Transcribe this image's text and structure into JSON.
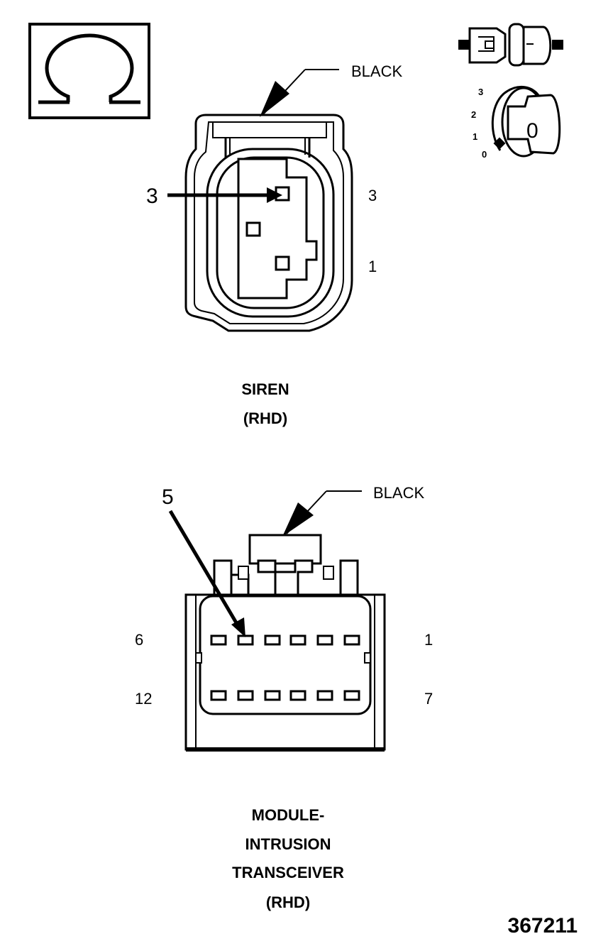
{
  "siren": {
    "color_label": "BLACK",
    "callout_pin": "3",
    "pin_labels": [
      "3",
      "1"
    ],
    "title_lines": [
      "SIREN",
      "(RHD)"
    ]
  },
  "transceiver": {
    "color_label": "BLACK",
    "callout_pin": "5",
    "pin_labels": {
      "top_left": "6",
      "top_right": "1",
      "bottom_left": "12",
      "bottom_right": "7"
    },
    "title_lines": [
      "MODULE-",
      "INTRUSION",
      "TRANSCEIVER",
      "(RHD)"
    ]
  },
  "key_switch": {
    "positions": [
      "3",
      "2",
      "1",
      "0"
    ],
    "key_label": "0"
  },
  "figure_number": "367211",
  "icons": {
    "ohm": "ohm-symbol-icon",
    "connector": "connector-halves-icon",
    "ignition": "ignition-key-icon"
  },
  "colors": {
    "line": "#000000",
    "background": "#ffffff"
  }
}
